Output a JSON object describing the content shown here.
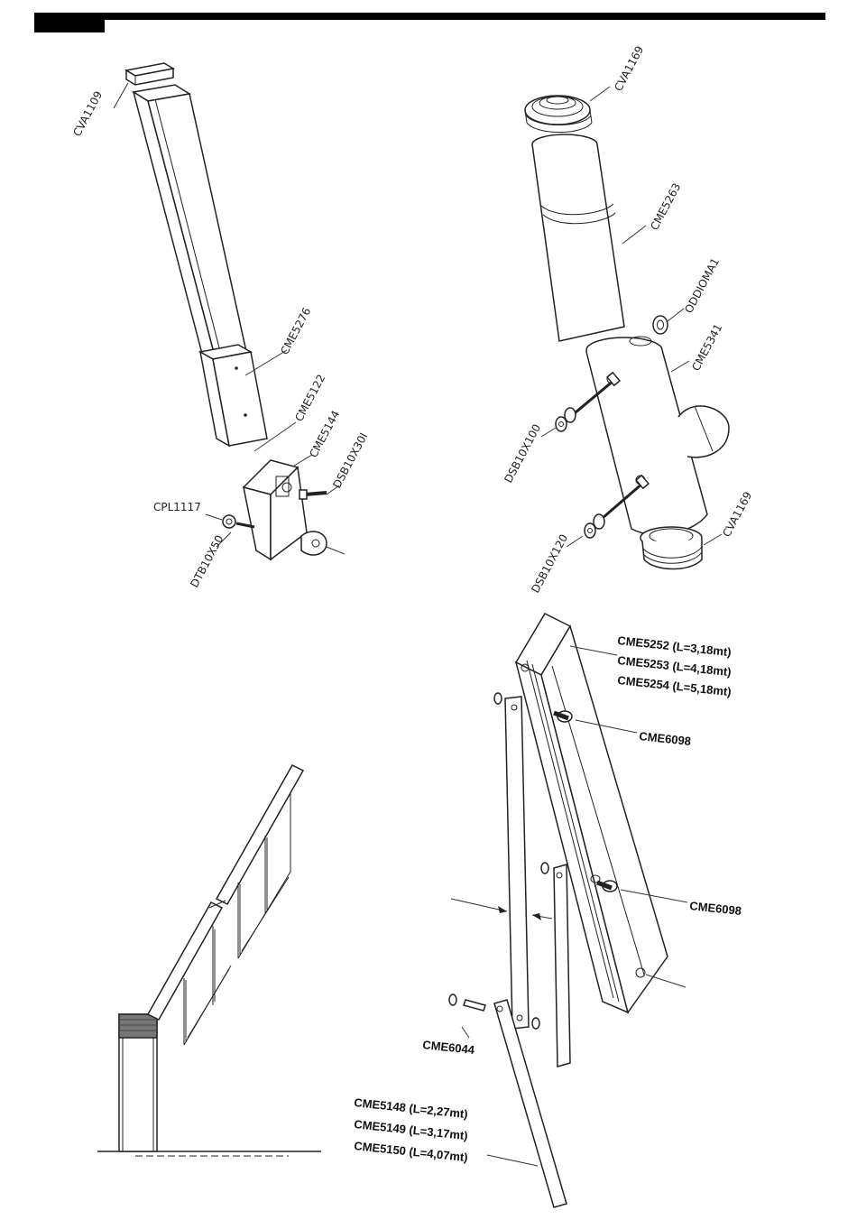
{
  "panel_tl": {
    "labels": [
      "CVA1109",
      "CME5276",
      "CME5122",
      "CME5144",
      "DSB10X30I",
      "CPL1117",
      "DTB10X50"
    ]
  },
  "panel_tr": {
    "labels": [
      "CVA1169",
      "CME5263",
      "ODDIOMA1",
      "CME5341",
      "DSB10X100",
      "DSB10X120",
      "CVA1169"
    ]
  },
  "panel_br": {
    "beam_labels": [
      "CME5252 (L=3,18mt)",
      "CME5253 (L=4,18mt)",
      "CME5254 (L=5,18mt)"
    ],
    "pin_label_1": "CME6098",
    "pin_label_2": "CME6098",
    "pin_label_3": "CME6044",
    "rod_labels": [
      "CME5148 (L=2,27mt)",
      "CME5149 (L=3,17mt)",
      "CME5150 (L=4,07mt)"
    ]
  }
}
